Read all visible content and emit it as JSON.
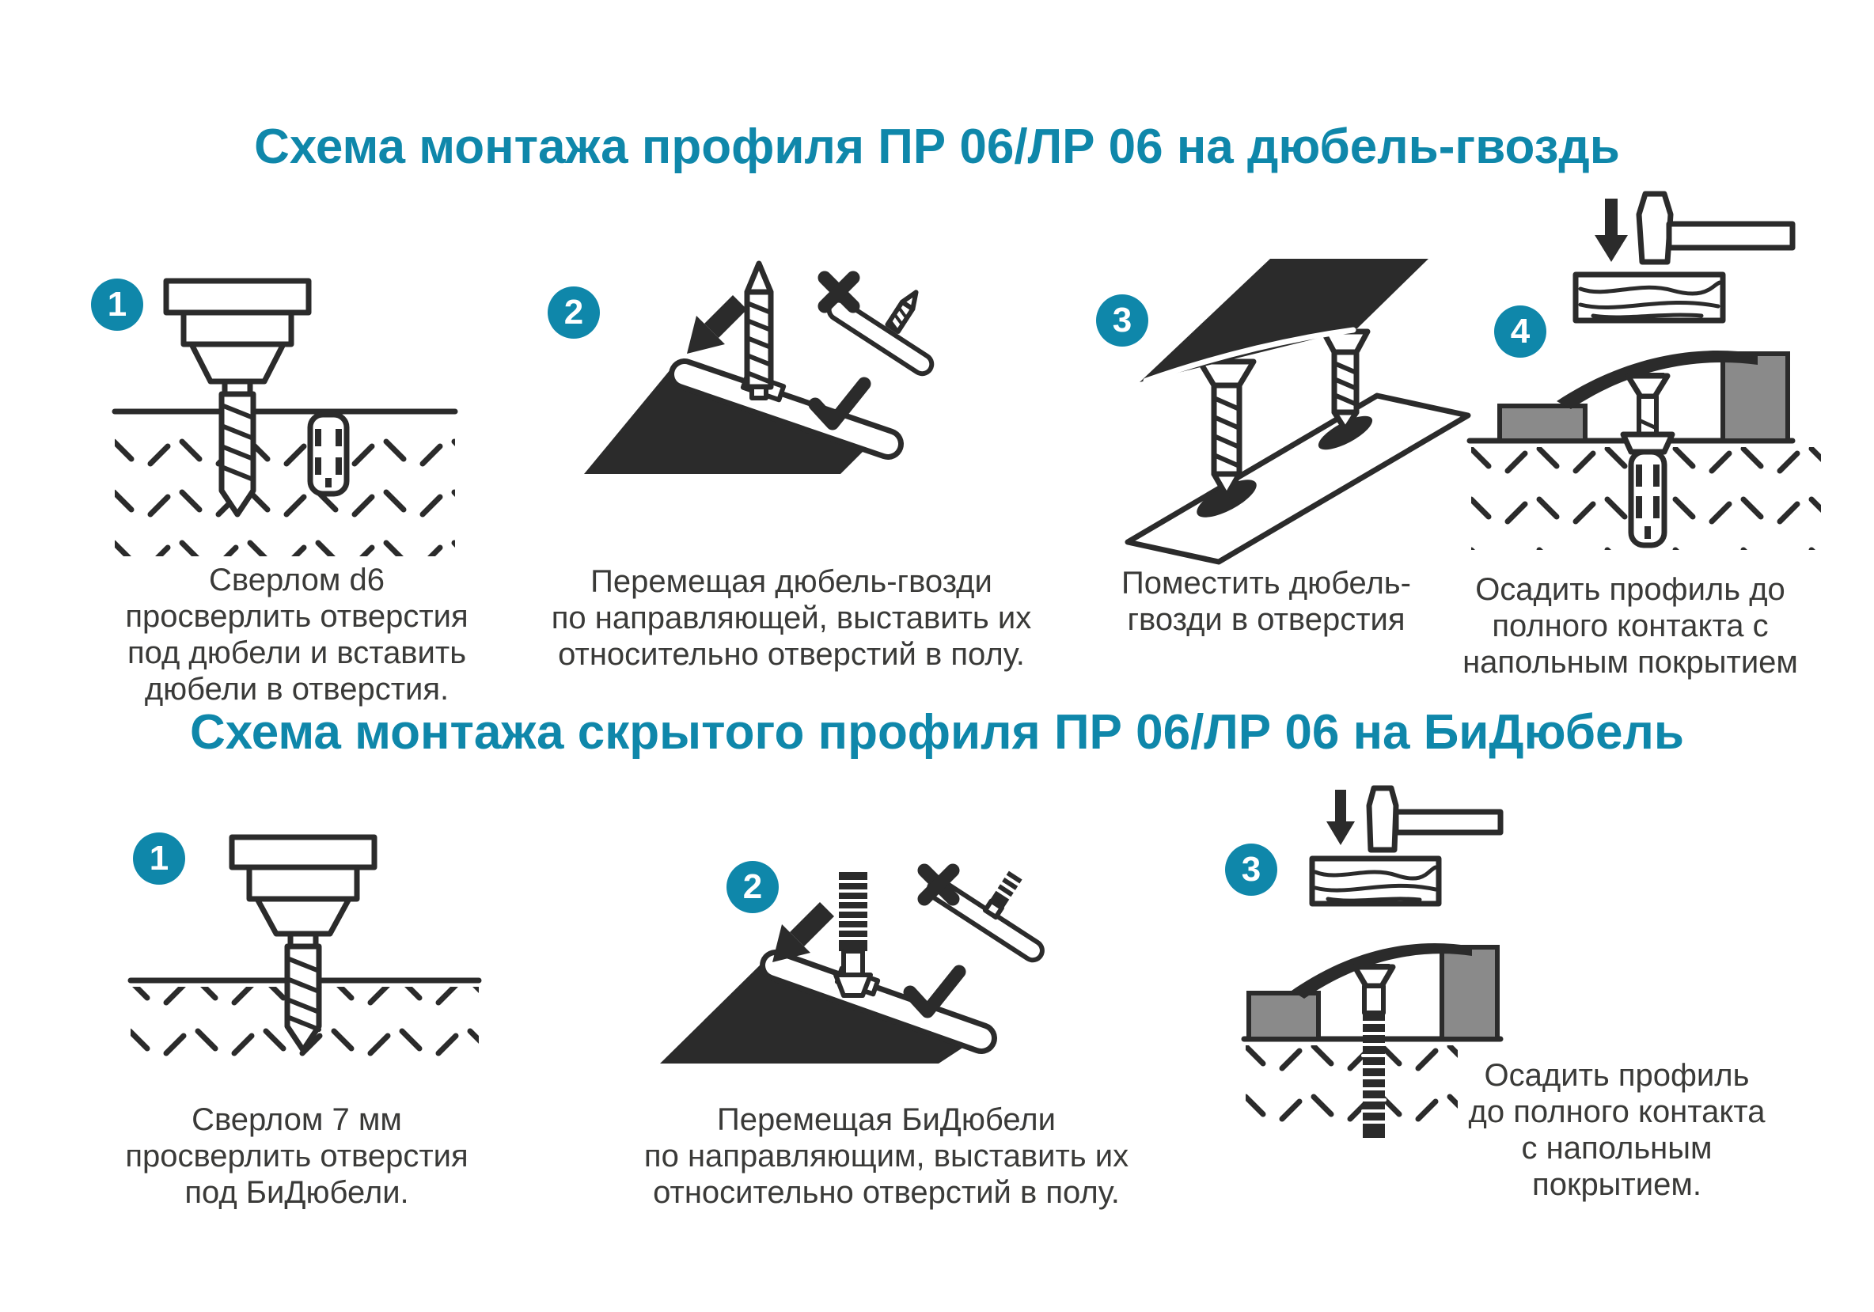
{
  "colors": {
    "accent": "#0f87aa",
    "ink": "#2b2b2b",
    "caption_text": "#3a3a38",
    "floor_covering_gray": "#8a8a8a"
  },
  "sections": [
    {
      "title": "Схема монтажа профиля ПР 06/ЛР 06 на дюбель-гвоздь",
      "steps": [
        {
          "number": "1",
          "caption": "Сверлом d6\nпросверлить отверстия\nпод дюбели и вставить\nдюбели в отверстия."
        },
        {
          "number": "2",
          "caption": "Перемещая дюбель-гвозди\nпо направляющей, выставить их\nотносительно отверстий в полу."
        },
        {
          "number": "3",
          "caption": "Поместить дюбель-\nгвозди в отверстия"
        },
        {
          "number": "4",
          "caption": "Осадить профиль до\nполного контакта с\nнапольным покрытием"
        }
      ]
    },
    {
      "title": "Схема монтажа скрытого профиля ПР 06/ЛР 06 на БиДюбель",
      "steps": [
        {
          "number": "1",
          "caption": "Сверлом 7 мм\nпросверлить отверстия\nпод БиДюбели."
        },
        {
          "number": "2",
          "caption": "Перемещая БиДюбели\nпо направляющим, выставить их\nотносительно отверстий в полу."
        },
        {
          "number": "3",
          "caption": "Осадить профиль\nдо полного контакта\nс напольным\nпокрытием."
        }
      ]
    }
  ]
}
